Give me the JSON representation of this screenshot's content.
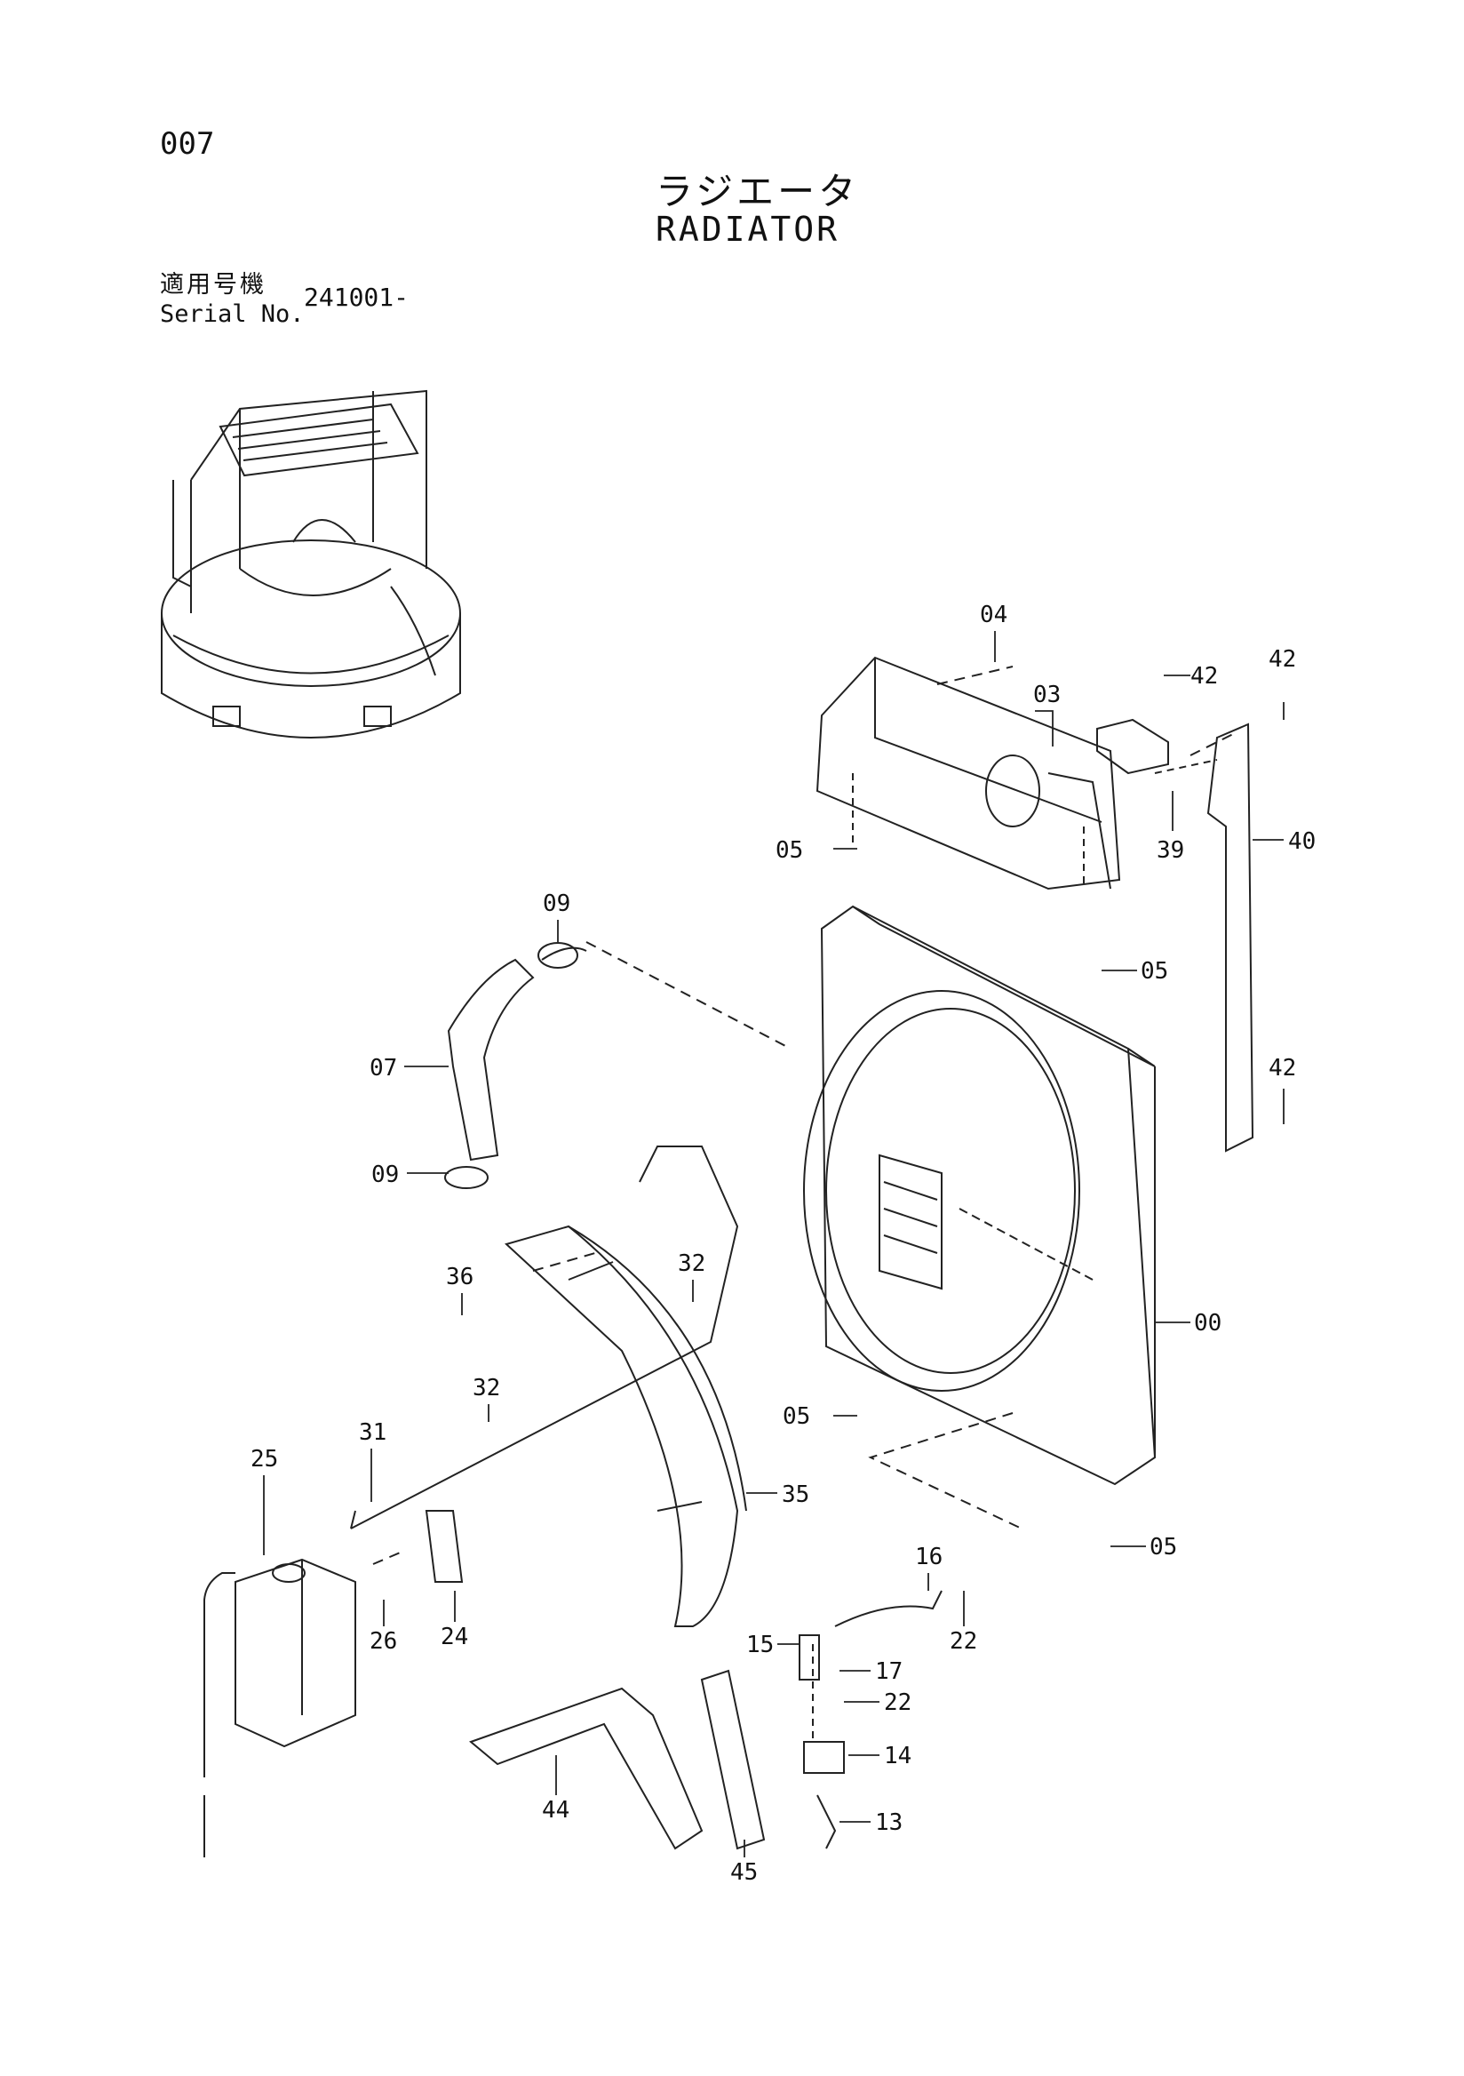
{
  "page": {
    "number": "007",
    "title_jp": "ラジエータ",
    "title_en": "RADIATOR",
    "serial_label_jp": "適用号機",
    "serial_label_en": "Serial No.",
    "serial_value": "241001-"
  },
  "callouts": [
    {
      "id": "04",
      "label": "04"
    },
    {
      "id": "03",
      "label": "03"
    },
    {
      "id": "42a",
      "label": "42"
    },
    {
      "id": "42b",
      "label": "42"
    },
    {
      "id": "39",
      "label": "39"
    },
    {
      "id": "40",
      "label": "40"
    },
    {
      "id": "05a",
      "label": "05"
    },
    {
      "id": "05b",
      "label": "05"
    },
    {
      "id": "09a",
      "label": "09"
    },
    {
      "id": "07",
      "label": "07"
    },
    {
      "id": "09b",
      "label": "09"
    },
    {
      "id": "42c",
      "label": "42"
    },
    {
      "id": "00",
      "label": "00"
    },
    {
      "id": "36",
      "label": "36"
    },
    {
      "id": "32a",
      "label": "32"
    },
    {
      "id": "32b",
      "label": "32"
    },
    {
      "id": "05c",
      "label": "05"
    },
    {
      "id": "31",
      "label": "31"
    },
    {
      "id": "25",
      "label": "25"
    },
    {
      "id": "35",
      "label": "35"
    },
    {
      "id": "05d",
      "label": "05"
    },
    {
      "id": "16",
      "label": "16"
    },
    {
      "id": "26",
      "label": "26"
    },
    {
      "id": "24",
      "label": "24"
    },
    {
      "id": "22a",
      "label": "22"
    },
    {
      "id": "15",
      "label": "15"
    },
    {
      "id": "17",
      "label": "17"
    },
    {
      "id": "22b",
      "label": "22"
    },
    {
      "id": "14",
      "label": "14"
    },
    {
      "id": "44",
      "label": "44"
    },
    {
      "id": "13",
      "label": "13"
    },
    {
      "id": "45",
      "label": "45"
    }
  ]
}
